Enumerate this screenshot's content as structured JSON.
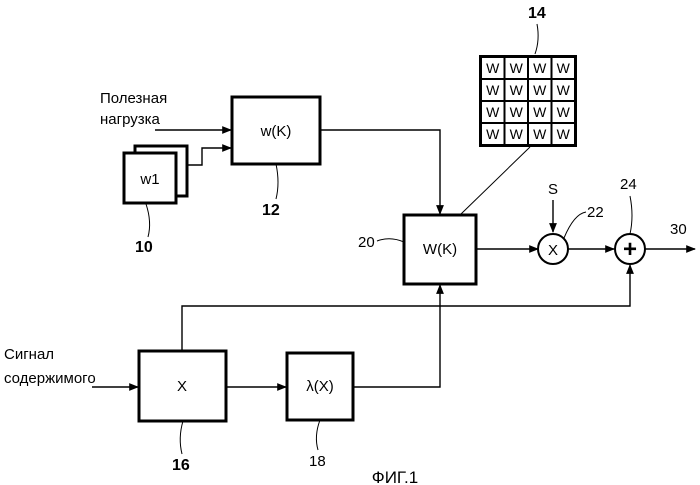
{
  "inputs": {
    "payload_line1": "Полезная",
    "payload_line2": "нагрузка",
    "content_line1": "Сигнал",
    "content_line2": "содержимого"
  },
  "blocks": {
    "w1": "w1",
    "wk": "w(K)",
    "Wk": "W(K)",
    "x": "X",
    "lambda": "λ(X)",
    "multiplier": "X",
    "adder": "+",
    "s": "S"
  },
  "matrix": {
    "cells": [
      "W",
      "W",
      "W",
      "W",
      "W",
      "W",
      "W",
      "W",
      "W",
      "W",
      "W",
      "W",
      "W",
      "W",
      "W",
      "W"
    ]
  },
  "refs": {
    "r10": "10",
    "r12": "12",
    "r14": "14",
    "r16": "16",
    "r18": "18",
    "r20": "20",
    "r22": "22",
    "r24": "24",
    "r30": "30"
  },
  "caption": "ФИГ.1"
}
